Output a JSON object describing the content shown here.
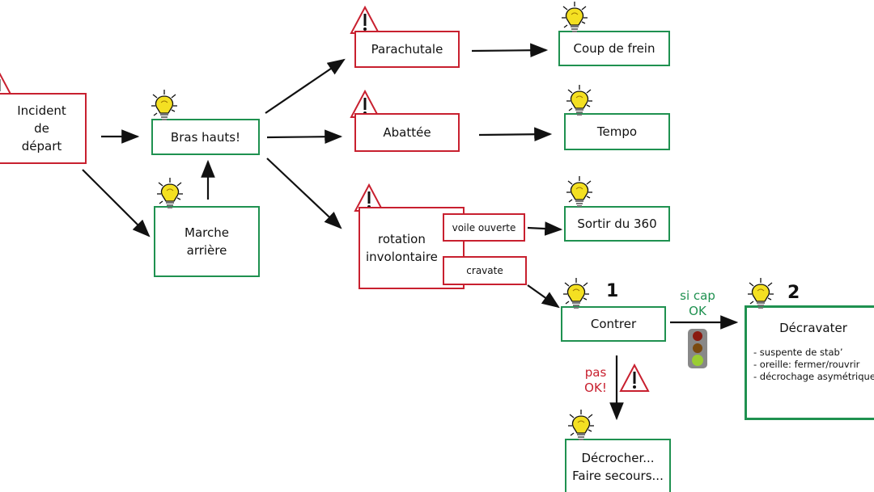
{
  "colors": {
    "danger": "#c8202f",
    "solution": "#1f9150",
    "arrow": "#111111",
    "bulb": "#f4e022"
  },
  "nodes": {
    "incident": {
      "lines": [
        "Incident",
        "de",
        "départ"
      ]
    },
    "bras_hauts": {
      "label": "Bras hauts!"
    },
    "marche_arriere": {
      "lines": [
        "Marche",
        "arrière"
      ]
    },
    "parachutale": {
      "label": "Parachutale"
    },
    "abattee": {
      "label": "Abattée"
    },
    "rotation": {
      "lines": [
        "rotation",
        "involontaire"
      ],
      "voile_ouverte": "voile ouverte",
      "cravate": "cravate"
    },
    "coup_de_frein": {
      "label": "Coup de frein"
    },
    "tempo": {
      "label": "Tempo"
    },
    "sortir_360": {
      "label": "Sortir du 360"
    },
    "contrer": {
      "label": "Contrer",
      "step": "1"
    },
    "decravater": {
      "label": "Décravater",
      "step": "2",
      "items": [
        "- suspente de stab’",
        "- oreille: fermer/rouvrir",
        "- décrochage asymétrique"
      ]
    },
    "decrocher": {
      "lines": [
        "Décrocher...",
        "Faire secours..."
      ]
    }
  },
  "edges": {
    "si_cap_ok": [
      "si cap",
      "OK"
    ],
    "pas_ok": [
      "pas",
      "OK!"
    ]
  },
  "icons": {
    "warning": "warning-triangle-icon",
    "idea": "lightbulb-icon",
    "traffic_light": "traffic-light-icon"
  }
}
